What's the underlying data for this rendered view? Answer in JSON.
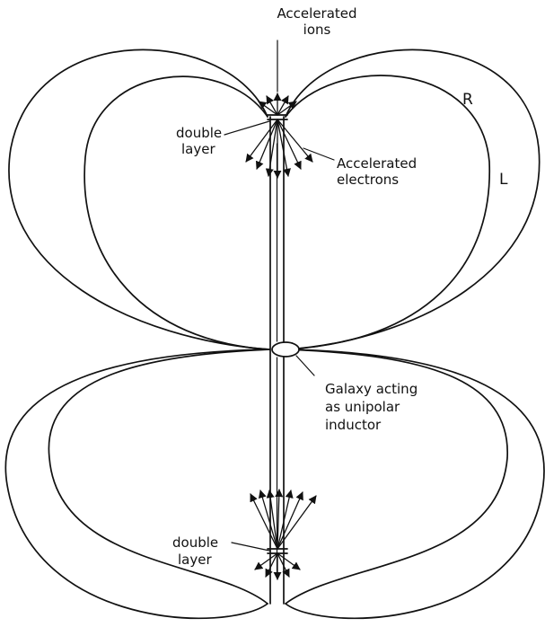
{
  "labels": {
    "accelerated_ions_1": "Accelerated",
    "accelerated_ions_2": "ions",
    "double_layer_top_1": "double",
    "double_layer_top_2": "layer",
    "accelerated_electrons_1": "Accelerated",
    "accelerated_electrons_2": "electrons",
    "galaxy_1": "Galaxy acting",
    "galaxy_2": "as unipolar",
    "galaxy_3": "inductor",
    "double_layer_bottom_1": "double",
    "double_layer_bottom_2": "layer",
    "loop_r": "R",
    "loop_l": "L"
  }
}
